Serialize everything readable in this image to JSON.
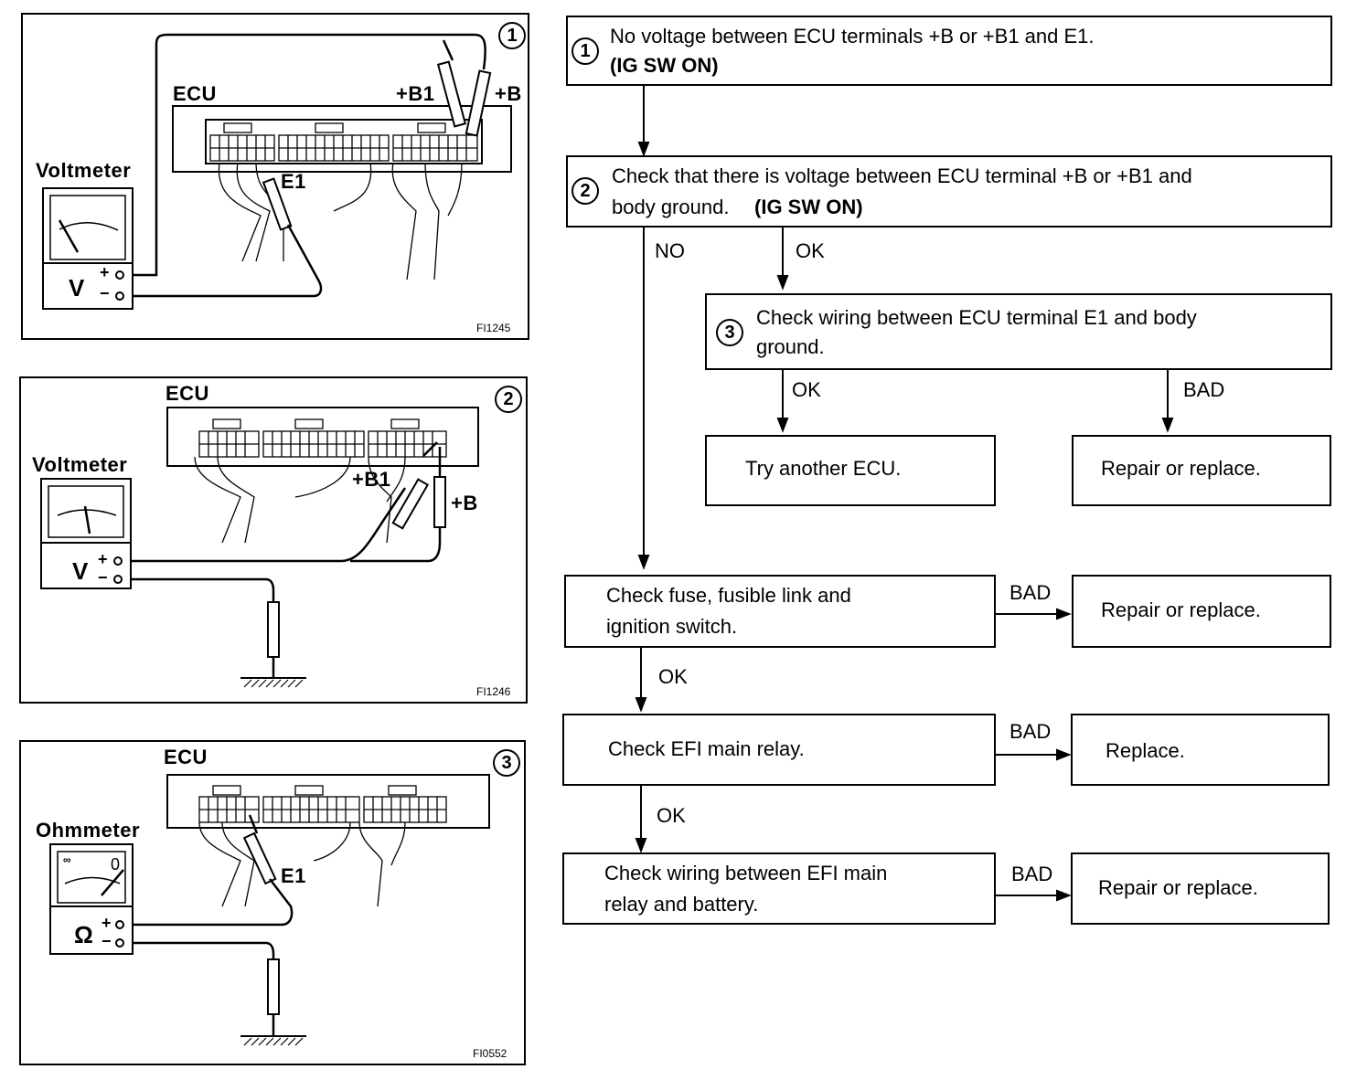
{
  "panels": [
    {
      "number": "1",
      "ecu": "ECU",
      "meter": "Voltmeter",
      "meter_symbol": "V",
      "probe_a": "+B1",
      "probe_b": "+B",
      "probe_c": "E1",
      "code": "FI1245"
    },
    {
      "number": "2",
      "ecu": "ECU",
      "meter": "Voltmeter",
      "meter_symbol": "V",
      "probe_a": "+B1",
      "probe_b": "+B",
      "code": "FI1246"
    },
    {
      "number": "3",
      "ecu": "ECU",
      "meter": "Ohmmeter",
      "meter_symbol": "Ω",
      "probe_c": "E1",
      "scale_left": "∞",
      "scale_right": "0",
      "code": "FI0552"
    }
  ],
  "terminal_plus": "+",
  "terminal_minus": "−",
  "flow": {
    "step1": {
      "number": "1",
      "text": "No voltage between ECU terminals +B or +B1 and E1.",
      "cond": "(IG SW ON)"
    },
    "step2": {
      "number": "2",
      "text1": "Check that there is voltage between ECU terminal +B or +B1 and",
      "text2": "body ground.",
      "cond": "(IG SW ON)"
    },
    "step3": {
      "number": "3",
      "text1": "Check wiring between ECU terminal E1 and body",
      "text2": "ground."
    },
    "try_ecu": "Try another ECU.",
    "repair1": "Repair or replace.",
    "fuse1": "Check fuse, fusible link and",
    "fuse2": "ignition switch.",
    "repair2": "Repair or replace.",
    "relay": "Check EFI main relay.",
    "replace": "Replace.",
    "wiring1": "Check wiring between EFI main",
    "wiring2": "relay and battery.",
    "repair3": "Repair or replace.",
    "no": "NO",
    "ok": "OK",
    "bad": "BAD"
  }
}
